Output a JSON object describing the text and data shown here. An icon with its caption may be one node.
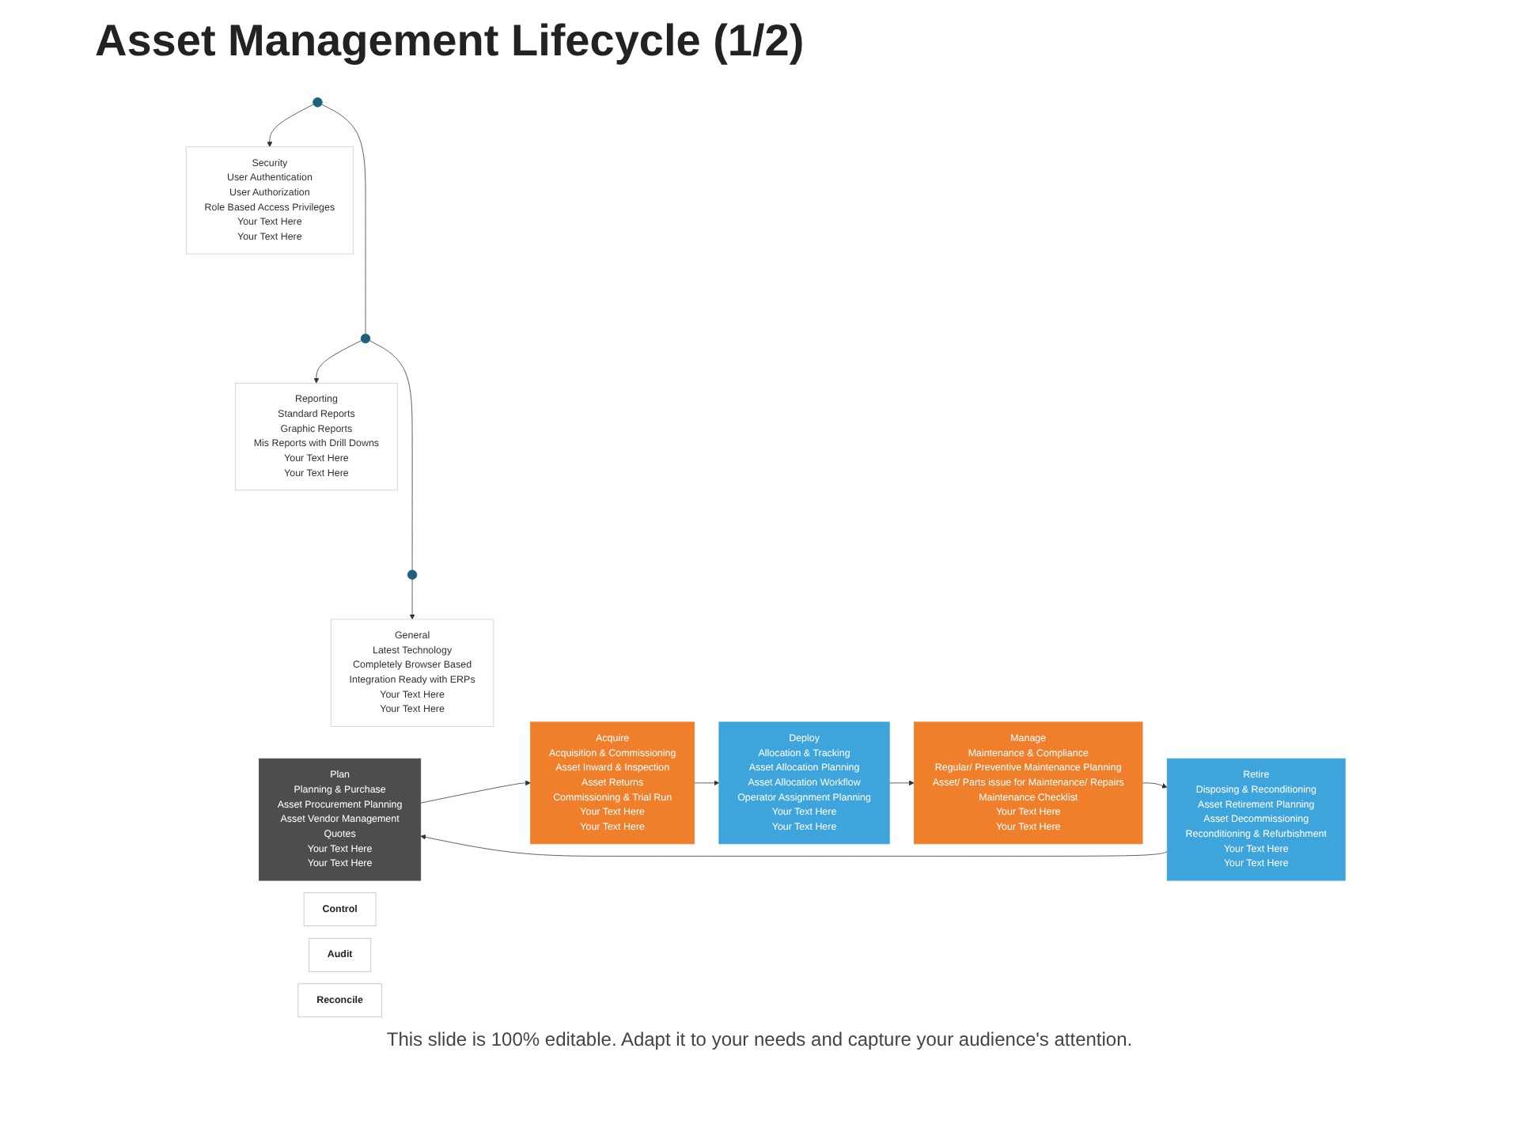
{
  "diagram": {
    "title": "Asset Management Lifecycle (1/2)",
    "caption": "This slide is 100% editable. Adapt it to your needs and capture your audience's attention.",
    "nodes": [
      {
        "text": [],
        "shape": "circle"
      },
      {
        "text": [
          "Security",
          "User Authentication",
          "User Authorization",
          "Role Based Access Privileges",
          "Your Text Here",
          "Your Text Here"
        ]
      },
      {
        "text": [],
        "shape": "circle"
      },
      {
        "text": [
          "Reporting",
          "Standard Reports",
          "Graphic Reports",
          "Mis Reports with Drill Downs",
          "Your Text Here",
          "Your Text Here"
        ]
      },
      {
        "text": [],
        "shape": "circle"
      },
      {
        "text": [
          "General",
          "Latest Technology",
          "Completely Browser Based",
          "Integration Ready with ERPs",
          "Your Text Here",
          "Your Text Here"
        ]
      },
      {
        "text": [
          "Plan",
          "Planning & Purchase",
          "Asset Procurement Planning",
          "Asset Vendor Management",
          "Quotes",
          "Your Text Here",
          "Your Text Here"
        ]
      },
      {
        "text": [
          "Acquire",
          "Acquisition & Commissioning",
          "Asset Inward & Inspection",
          "Asset Returns",
          "Commissioning & Trial Run",
          "Your Text Here",
          "Your Text Here"
        ]
      },
      {
        "text": [
          "Deploy",
          "Allocation & Tracking",
          "Asset Allocation Planning",
          "Asset Allocation Workflow",
          "Operator Assignment Planning",
          "Your Text Here",
          "Your Text Here"
        ]
      },
      {
        "text": [
          "Manage",
          "Maintenance & Compliance",
          "Regular/ Preventive Maintenance Planning",
          "Asset/ Parts issue for Maintenance/ Repairs",
          "Maintenance Checklist",
          "Your Text Here",
          "Your Text Here"
        ]
      },
      {
        "text": [
          "Retire",
          "Disposing & Reconditioning",
          "Asset Retirement Planning",
          "Asset Decommissioning",
          "Reconditioning & Refurbishment",
          "Your Text Here",
          "Your Text Here"
        ]
      },
      {
        "text": [
          "Control"
        ]
      },
      {
        "text": [
          "Audit"
        ]
      },
      {
        "text": [
          "Reconcile"
        ]
      }
    ],
    "edges": [
      {
        "from": 0,
        "to": 1,
        "arrow": "to"
      },
      {
        "from": 2,
        "to": 3,
        "arrow": "to"
      },
      {
        "from": 4,
        "to": 5,
        "arrow": "to"
      },
      {
        "from": 0,
        "to": 2,
        "arrow": "none"
      },
      {
        "from": 2,
        "to": 4,
        "arrow": "none"
      },
      {
        "from": 6,
        "to": 7,
        "arrow": "to"
      },
      {
        "from": 7,
        "to": 8,
        "arrow": "to"
      },
      {
        "from": 8,
        "to": 9,
        "arrow": "to"
      },
      {
        "from": 9,
        "to": 10,
        "arrow": "to"
      },
      {
        "from": 10,
        "to": 6,
        "arrow": "to"
      }
    ]
  }
}
